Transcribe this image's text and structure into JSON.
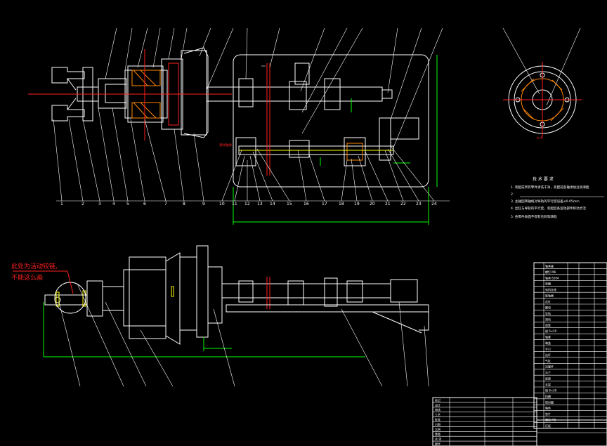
{
  "colors": {
    "background": "#000000",
    "outline": "#ffffff",
    "dimension": "#00ff00",
    "center_line": "#ff2020",
    "hatch": "#ff8800",
    "accent": "#ffff00"
  },
  "top_view": {
    "part_numbers": [
      "1",
      "2",
      "3",
      "4",
      "5",
      "6",
      "7",
      "8",
      "9",
      "10",
      "11",
      "12",
      "13",
      "14",
      "15",
      "16",
      "17",
      "18",
      "19",
      "20",
      "21",
      "22",
      "23",
      "24"
    ],
    "red_note": "滑动轴承"
  },
  "side_view": {
    "annotation_line1": "此处为活动铰链,",
    "annotation_line2": "不能这么画"
  },
  "section_view": {
    "label": "A-A"
  },
  "technical_requirements": {
    "title": "技 术 要 求",
    "items": [
      "1. 装配前所有零件清洗干净，装配前各轴承加注润滑脂",
      "2.",
      "3. 主轴回转轴线对导轨的平行度误差≤0.05mm",
      "4. 丝杠与导轨的平行度，装配后各运动部件移动灵活",
      "5. 各零件表面不得有毛刺等缺陷"
    ]
  },
  "bom_table": {
    "rows": [
      "轴承座",
      "螺钉 M6",
      "轴承 6204",
      "垫圈",
      "电机支座",
      "联轴器",
      "丝杠",
      "螺母",
      "导轨",
      "滑块",
      "齿轮",
      "键 6×20",
      "轴套",
      "端盖",
      "手爪",
      "连杆",
      "气缸",
      "活塞杆",
      "法兰",
      "底座",
      "支架",
      "销 8×30",
      "挡圈",
      "密封圈",
      "箱体",
      "垫片",
      "螺栓 M8",
      "压板"
    ]
  },
  "title_block": {
    "rows": [
      "标记",
      "设计",
      "审核",
      "工艺",
      "批准",
      "日期",
      "比例",
      "重量",
      "共 张",
      "图号"
    ]
  }
}
